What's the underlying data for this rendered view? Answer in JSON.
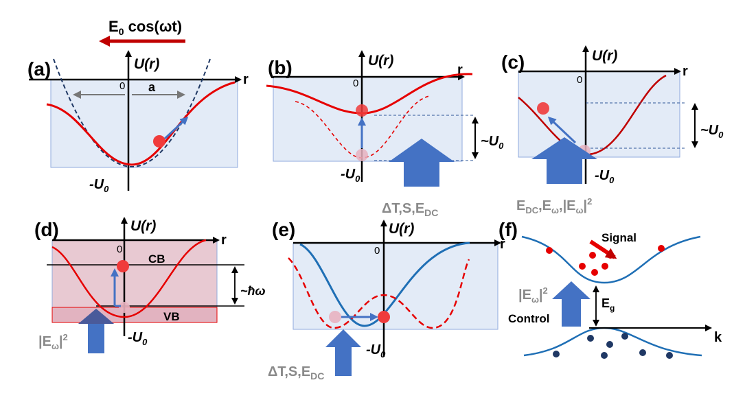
{
  "field": {
    "e": "E",
    "sub0": "0",
    "rest": " cos(ωt)"
  },
  "labels": {
    "a": "(a)",
    "b": "(b)",
    "c": "(c)",
    "d": "(d)",
    "e": "(e)",
    "f": "(f)",
    "U_r": "U(r)",
    "r": "r",
    "zero": "0",
    "neg_u": "-U",
    "u_sub": "0",
    "tilde_u": "~U",
    "a_width": "a",
    "dtse_pre": "ΔT,S,E",
    "dc_sub": "DC",
    "c_ed": "E",
    "c_ed_sub": "DC",
    "c_ew": ",E",
    "c_ew_sub": "ω",
    "c_ew2": ",|E",
    "c_ew2_sub": "ω",
    "c_ew2_end": "|",
    "c_sq": "2",
    "cb": "CB",
    "vb": "VB",
    "hbar": "~ħω",
    "d_ew": "|E",
    "d_ew_sub": "ω",
    "d_ew_end": "|",
    "d_sq": "2",
    "signal": "Signal",
    "control": "Control",
    "f_ew": "|E",
    "f_ew_sub": "ω",
    "f_ew_end": "|",
    "f_sq": "2",
    "eg": "E",
    "eg_sub": "g",
    "k": "k"
  },
  "colors": {
    "red": "#e60000",
    "dot": "#f03b3b",
    "blue": "#4472c4",
    "navy": "#1f3864",
    "teal": "#1f6fb5",
    "panel": "#e3ebf7",
    "pink": "#e8c9d2"
  }
}
